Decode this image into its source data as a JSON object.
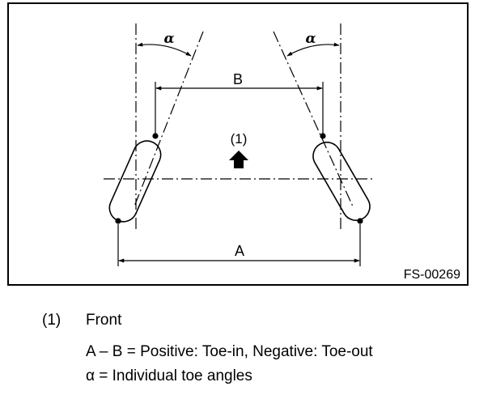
{
  "diagram": {
    "label_alpha": "α",
    "label_b": "B",
    "label_a": "A",
    "label_front_marker": "(1)",
    "figure_id": "FS-00269"
  },
  "legend": {
    "item_number": "(1)",
    "item_label": "Front",
    "formula_line": "A – B = Positive: Toe-in, Negative: Toe-out",
    "alpha_line": "α = Individual toe angles"
  }
}
